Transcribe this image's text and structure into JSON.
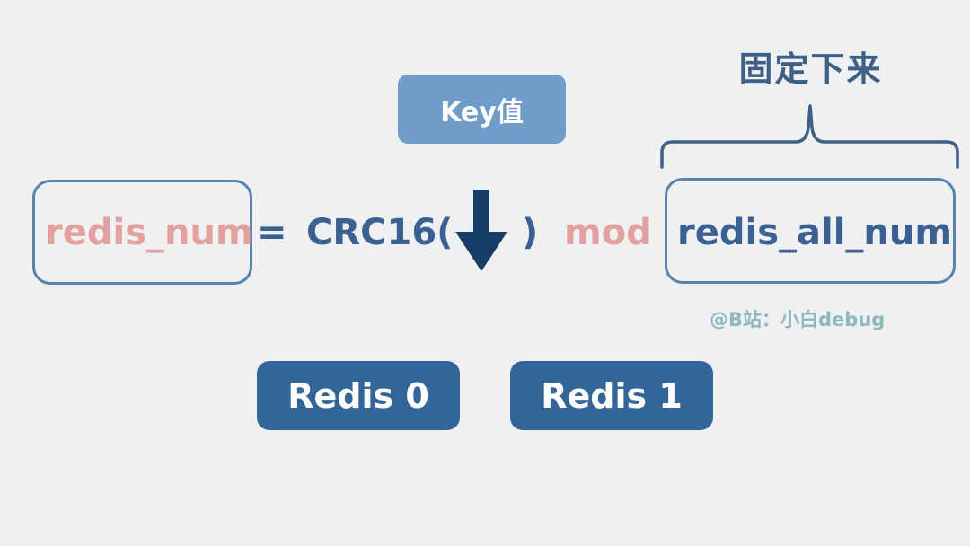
{
  "key_label": "Key值",
  "fixed_label": "固定下来",
  "formula": {
    "lhs": "redis_num",
    "equals": "=",
    "func_open": "CRC16(",
    "func_close": ")",
    "operator": "mod",
    "rhs": "redis_all_num"
  },
  "watermark": "@B站：小白debug",
  "nodes": [
    {
      "label": "Redis 0"
    },
    {
      "label": "Redis 1"
    }
  ],
  "colors": {
    "background": "#eff0f2",
    "key_box": "#6f9cc8",
    "dark_blue": "#3a6192",
    "pink": "#e2a09f",
    "node_fill": "#346598",
    "arrow": "#163d66",
    "watermark": "#8fb8be"
  },
  "icons": {
    "arrow": "down-arrow-icon",
    "brace": "curly-brace"
  }
}
